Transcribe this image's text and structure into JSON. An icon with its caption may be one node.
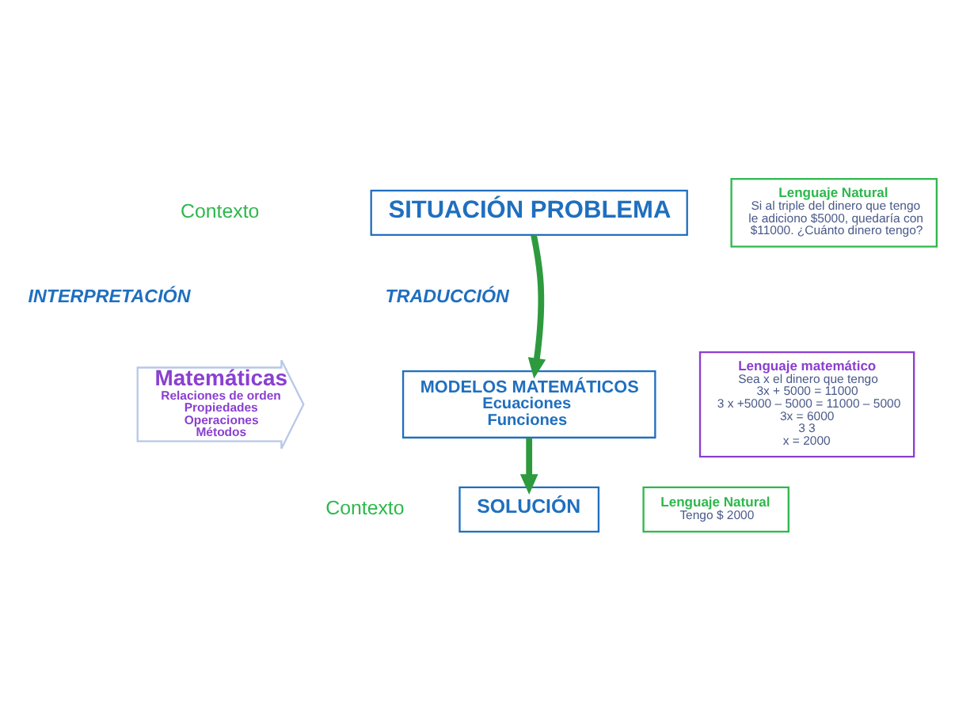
{
  "diagram": {
    "nodes": [
      {
        "text": [
          "SITUACIÓN PROBLEMA"
        ]
      },
      {
        "text": [
          "Lenguaje Natural",
          "Si al triple del dinero que tengo le adiciono $5000, quedaría con $11000. ¿Cuánto dinero tengo?"
        ]
      },
      {
        "text": [
          "Matemáticas",
          "Relaciones de orden",
          "Propiedades",
          "Operaciones",
          "Métodos"
        ]
      },
      {
        "text": [
          "MODELOS MATEMÁTICOS",
          "Ecuaciones",
          "Funciones"
        ]
      },
      {
        "text": [
          "Lenguaje matemático",
          "Sea x el dinero que tengo",
          "3x + 5000 = 11000",
          "3 x +5000 – 5000 = 11000 – 5000",
          "3x = 6000",
          "3 3",
          "x = 2000"
        ]
      },
      {
        "text": [
          "SOLUCIÓN"
        ]
      },
      {
        "text": [
          "Lenguaje Natural",
          "Tengo $ 2000"
        ]
      }
    ],
    "edges": [
      {
        "from": 0,
        "to": 3,
        "arrow": "to"
      },
      {
        "from": 3,
        "to": 5,
        "arrow": "to"
      }
    ],
    "labels": [
      "Contexto",
      "INTERPRETACIÓN",
      "TRADUCCIÓN",
      "Contexto"
    ]
  }
}
